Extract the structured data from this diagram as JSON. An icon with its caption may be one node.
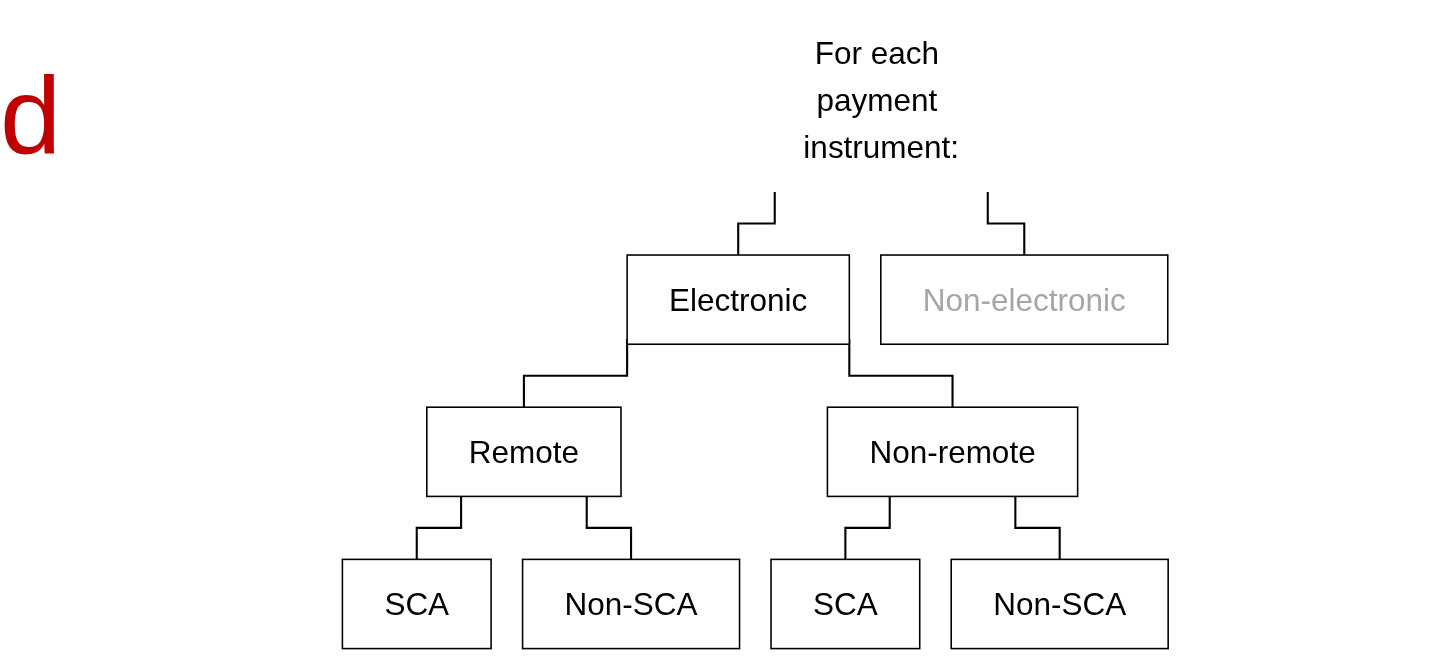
{
  "diagram": {
    "nodes": [
      {
        "text": [
          "For each payment instrument:"
        ]
      },
      {
        "text": [
          "Electronic"
        ]
      },
      {
        "text": [
          "Non-electronic"
        ]
      },
      {
        "text": [
          "Remote"
        ]
      },
      {
        "text": [
          "Non-remote"
        ]
      },
      {
        "text": [
          "SCA"
        ]
      },
      {
        "text": [
          "Non-SCA"
        ]
      },
      {
        "text": [
          "SCA"
        ]
      },
      {
        "text": [
          "Non-SCA"
        ]
      }
    ],
    "edges": [
      {
        "from": 0,
        "to": 1,
        "arrow": "none"
      },
      {
        "from": 0,
        "to": 2,
        "arrow": "none"
      },
      {
        "from": 1,
        "to": 3,
        "arrow": "none"
      },
      {
        "from": 1,
        "to": 4,
        "arrow": "none"
      },
      {
        "from": 3,
        "to": 5,
        "arrow": "none"
      },
      {
        "from": 3,
        "to": 6,
        "arrow": "none"
      },
      {
        "from": 4,
        "to": 7,
        "arrow": "none"
      },
      {
        "from": 4,
        "to": 8,
        "arrow": "none"
      }
    ],
    "labels": [
      "d"
    ]
  }
}
